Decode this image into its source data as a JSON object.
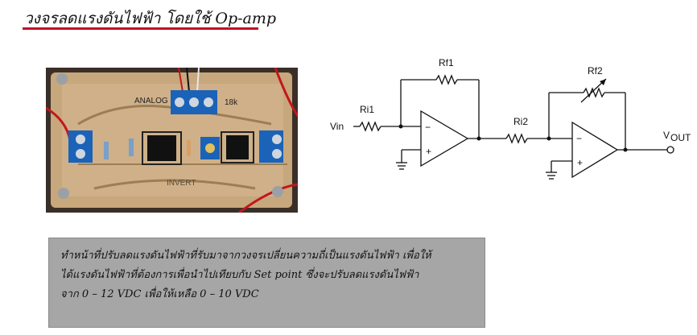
{
  "title": "วงจรลดแรงดันไฟฟ้า โดยใช้ Op-amp",
  "colors": {
    "underline": "#c0102a",
    "box": "#a6a6a6",
    "board": "#c7a77c",
    "terminal": "#1a63b8"
  },
  "photo": {
    "board_text_left": "ANALOG",
    "board_text_right": "18k",
    "board_text_bottom": "INVERT"
  },
  "circuit": {
    "labels": {
      "ri1": "Ri1",
      "rf1": "Rf1",
      "ri2": "Ri2",
      "rf2": "Rf2",
      "vin": "Vin",
      "vout_main": "V",
      "vout_sub": "OUT",
      "minus": "−",
      "plus": "+"
    }
  },
  "description": {
    "lines": [
      "ทำหน้าที่ปรับลดแรงดันไฟฟ้าที่รับมาจากวงจรเปลี่ยนความถี่เป็นแรงดันไฟฟ้า เพื่อให้",
      "ได้แรงดันไฟฟ้าที่ต้องการเพื่อนำไปเทียบกับ Set point ซึ่งจะปรับลดแรงดันไฟฟ้า",
      "จาก 0 – 12 VDC เพื่อให้เหลือ 0 – 10 VDC"
    ]
  }
}
